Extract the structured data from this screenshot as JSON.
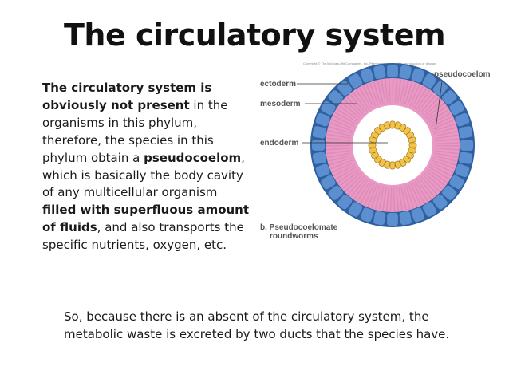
{
  "slide": {
    "title": "The circulatory system",
    "left_paragraph": [
      {
        "text": "The circulatory system is obviously not present",
        "bold": true
      },
      {
        "text": " in the organisms in this phylum, therefore, the species in this phylum obtain a ",
        "bold": false
      },
      {
        "text": "pseudocoelom",
        "bold": true
      },
      {
        "text": ", which is basically the body cavity of any multicellular organism ",
        "bold": false
      },
      {
        "text": "filled with superfluous amount of fluids",
        "bold": true
      },
      {
        "text": ", and also transports the specific nutrients, oxygen, etc.",
        "bold": false
      }
    ],
    "bottom_paragraph": "So, because there is an absent of the circulatory system, the metabolic waste is excreted by two ducts that the species have."
  },
  "diagram": {
    "copyright": "Copyright © The McGraw-Hill Companies, Inc. Permission required for reproduction or display.",
    "labels": {
      "ectoderm": "ectoderm",
      "mesoderm": "mesoderm",
      "endoderm": "endoderm",
      "pseudocoelom": "pseudocoelom",
      "caption_line1": "b. Pseudocoelomate",
      "caption_line2": "roundworms"
    },
    "colors": {
      "ectoderm": "#5b8fd0",
      "ectoderm_edge": "#2f5f9e",
      "mesoderm": "#e89ac4",
      "cavity": "#ffffff",
      "endoderm": "#f2c24a",
      "endoderm_edge": "#a07818"
    }
  }
}
